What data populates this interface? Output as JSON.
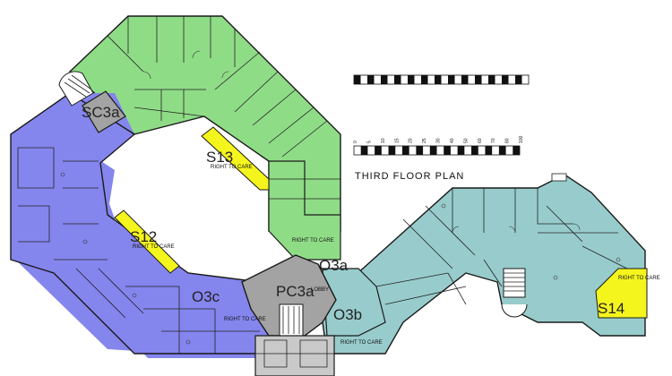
{
  "title": "THIRD FLOOR PLAN",
  "colors": {
    "green": "#8fdc87",
    "blue": "#8585ee",
    "teal": "#98cccc",
    "gray": "#a3a3a3",
    "yellow": "#f5f51e",
    "stair": "#c9c9c9"
  },
  "zones": {
    "sc3a": "SC3a",
    "s13": "S13",
    "s12": "S12",
    "o3a": "O3a",
    "pc3a": "PC3a",
    "o3c": "O3c",
    "o3b": "O3b",
    "s14": "S14"
  },
  "annotations": {
    "right_to_care_1": "RIGHT TO CARE",
    "right_to_care_2": "RIGHT TO CARE",
    "right_to_care_3": "RIGHT TO CARE",
    "right_to_care_4": "RIGHT TO CARE",
    "right_to_care_5": "RIGHT TO CARE",
    "right_to_care_6": "RIGHT TO CARE",
    "lobby": "LOBBY"
  },
  "scale": {
    "ticks": [
      "0",
      "5",
      "10",
      "15",
      "20",
      "25",
      "30",
      "40",
      "50",
      "60",
      "70",
      "80",
      "100"
    ]
  }
}
